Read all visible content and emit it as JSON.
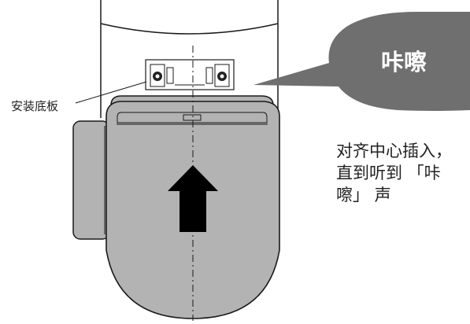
{
  "callout": {
    "text": "咔嚓",
    "bubble_color": "#6f6f6f"
  },
  "labels": {
    "mounting_plate": "安装底板"
  },
  "instruction": {
    "lines": [
      "对齐中心插入，",
      "直到听到 「咔",
      "嚓」 声"
    ]
  },
  "colors": {
    "seat_fill": "#b3b3b3",
    "outline": "#1a1a1a",
    "arrow": "#000000"
  },
  "icons": {
    "arrow": "up-arrow-icon"
  }
}
